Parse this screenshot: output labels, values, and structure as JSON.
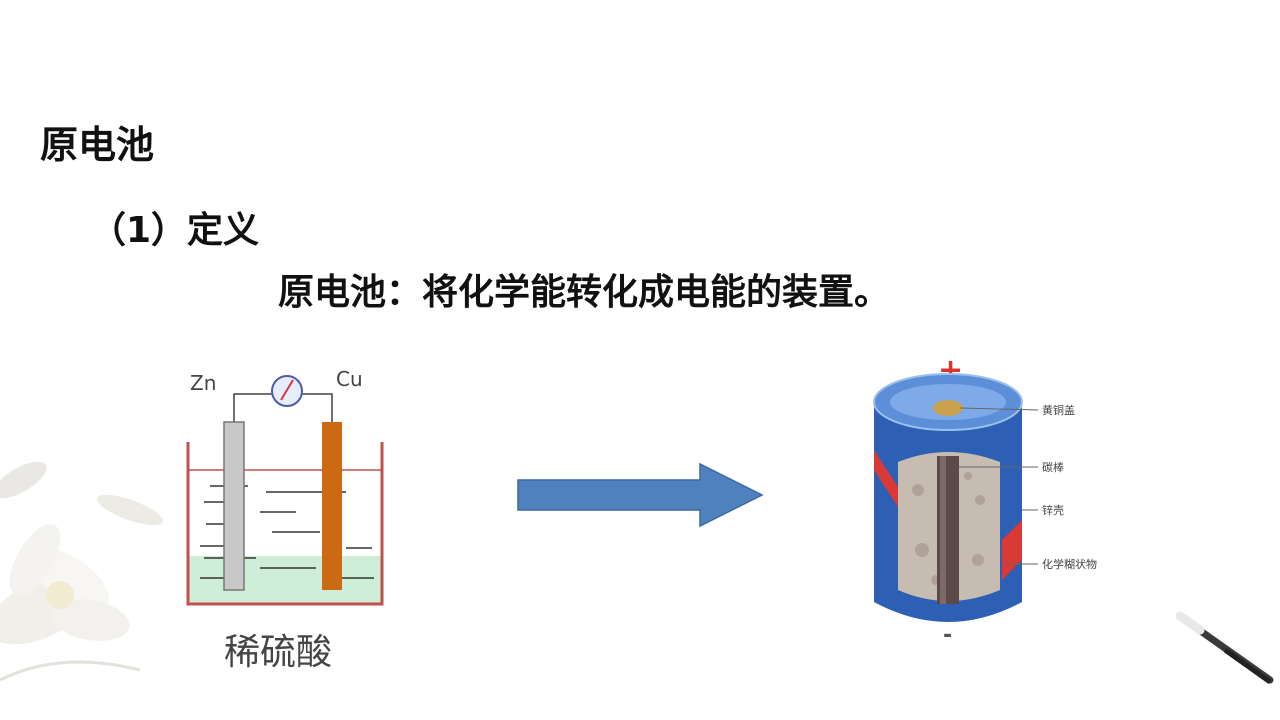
{
  "slide": {
    "title": "原电池",
    "subtitle": "（1）定义",
    "definition": "原电池：将化学能转化成电能的装置。"
  },
  "galvanic_cell": {
    "left_electrode": "Zn",
    "right_electrode": "Cu",
    "electrolyte": "稀硫酸"
  },
  "battery": {
    "positive_sign": "+",
    "negative_sign": "-",
    "labels": [
      "黄铜盖",
      "碳棒",
      "锌壳",
      "化学糊状物"
    ]
  },
  "colors": {
    "arrow": "#4f81bd",
    "copper": "#cc6a14",
    "zinc": "#c8c8c8",
    "solution": "#cfeed8",
    "beaker_rim": "#c0504d",
    "battery_blue": "#2d5fb4"
  }
}
